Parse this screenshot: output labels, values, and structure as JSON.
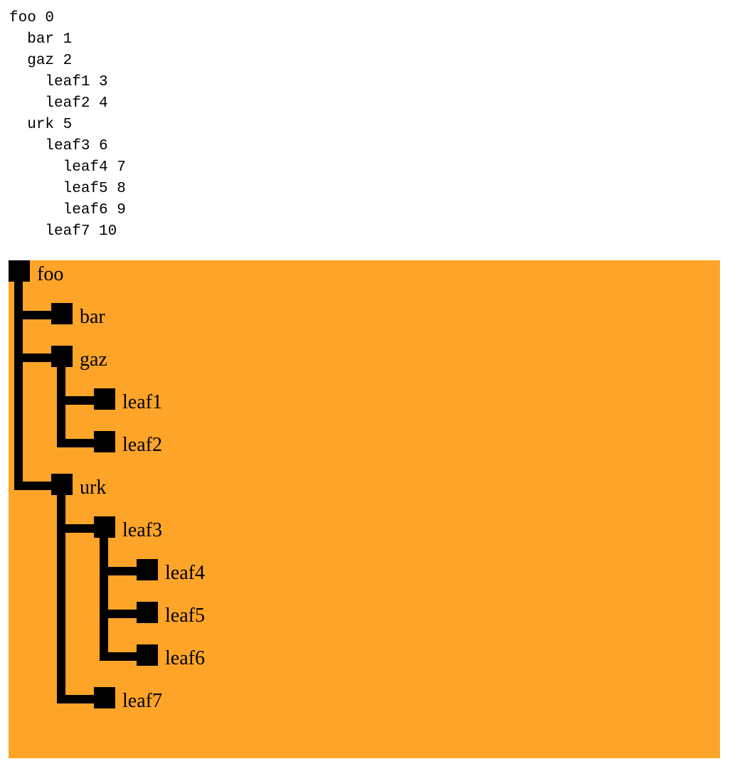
{
  "text_list": {
    "items": [
      {
        "label": "foo",
        "index": "0",
        "depth": 0
      },
      {
        "label": "bar",
        "index": "1",
        "depth": 1
      },
      {
        "label": "gaz",
        "index": "2",
        "depth": 1
      },
      {
        "label": "leaf1",
        "index": "3",
        "depth": 2
      },
      {
        "label": "leaf2",
        "index": "4",
        "depth": 2
      },
      {
        "label": "urk",
        "index": "5",
        "depth": 1
      },
      {
        "label": "leaf3",
        "index": "6",
        "depth": 2
      },
      {
        "label": "leaf4",
        "index": "7",
        "depth": 3
      },
      {
        "label": "leaf5",
        "index": "8",
        "depth": 3
      },
      {
        "label": "leaf6",
        "index": "9",
        "depth": 3
      },
      {
        "label": "leaf7",
        "index": "10",
        "depth": 2
      }
    ]
  },
  "tree": {
    "nodes": [
      {
        "label": "foo",
        "depth": 0
      },
      {
        "label": "bar",
        "depth": 1
      },
      {
        "label": "gaz",
        "depth": 1
      },
      {
        "label": "leaf1",
        "depth": 2
      },
      {
        "label": "leaf2",
        "depth": 2
      },
      {
        "label": "urk",
        "depth": 1
      },
      {
        "label": "leaf3",
        "depth": 2
      },
      {
        "label": "leaf4",
        "depth": 3
      },
      {
        "label": "leaf5",
        "depth": 3
      },
      {
        "label": "leaf6",
        "depth": 3
      },
      {
        "label": "leaf7",
        "depth": 2
      }
    ]
  },
  "colors": {
    "panel_background": "#FDA429",
    "tree_ink": "#000000",
    "text": "#000000"
  }
}
